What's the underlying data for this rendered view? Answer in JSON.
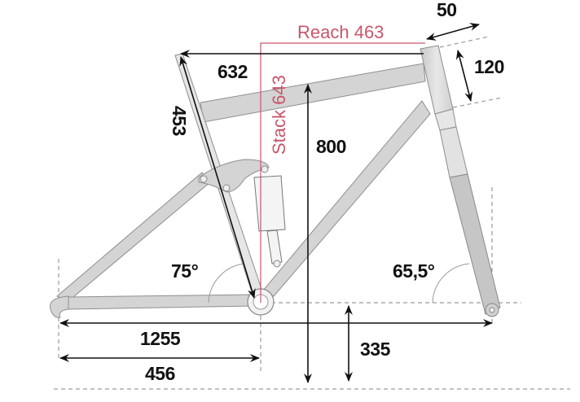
{
  "diagram": {
    "type": "bike-frame-geometry",
    "accent_color": "#c9566a",
    "frame_color": "#d4d4d4",
    "labels": {
      "reach": "Reach 463",
      "stack": "Stack 643",
      "top_tube": "632",
      "seat_tube": "453",
      "stem_offset": "50",
      "head_tube": "120",
      "standover": "800",
      "seat_angle": "75°",
      "head_angle": "65,5°",
      "wheelbase": "1255",
      "chainstay": "456",
      "bb_height": "335"
    },
    "measurements": [
      {
        "name": "Reach",
        "value": 463,
        "unit": "mm"
      },
      {
        "name": "Stack",
        "value": 643,
        "unit": "mm"
      },
      {
        "name": "Top tube",
        "value": 632,
        "unit": "mm"
      },
      {
        "name": "Seat tube",
        "value": 453,
        "unit": "mm"
      },
      {
        "name": "Offset",
        "value": 50,
        "unit": "mm"
      },
      {
        "name": "Head tube",
        "value": 120,
        "unit": "mm"
      },
      {
        "name": "Standover",
        "value": 800,
        "unit": "mm"
      },
      {
        "name": "Seat angle",
        "value": 75,
        "unit": "deg"
      },
      {
        "name": "Head angle",
        "value": 65.5,
        "unit": "deg"
      },
      {
        "name": "Wheelbase",
        "value": 1255,
        "unit": "mm"
      },
      {
        "name": "Chainstay",
        "value": 456,
        "unit": "mm"
      },
      {
        "name": "BB height",
        "value": 335,
        "unit": "mm"
      }
    ]
  }
}
